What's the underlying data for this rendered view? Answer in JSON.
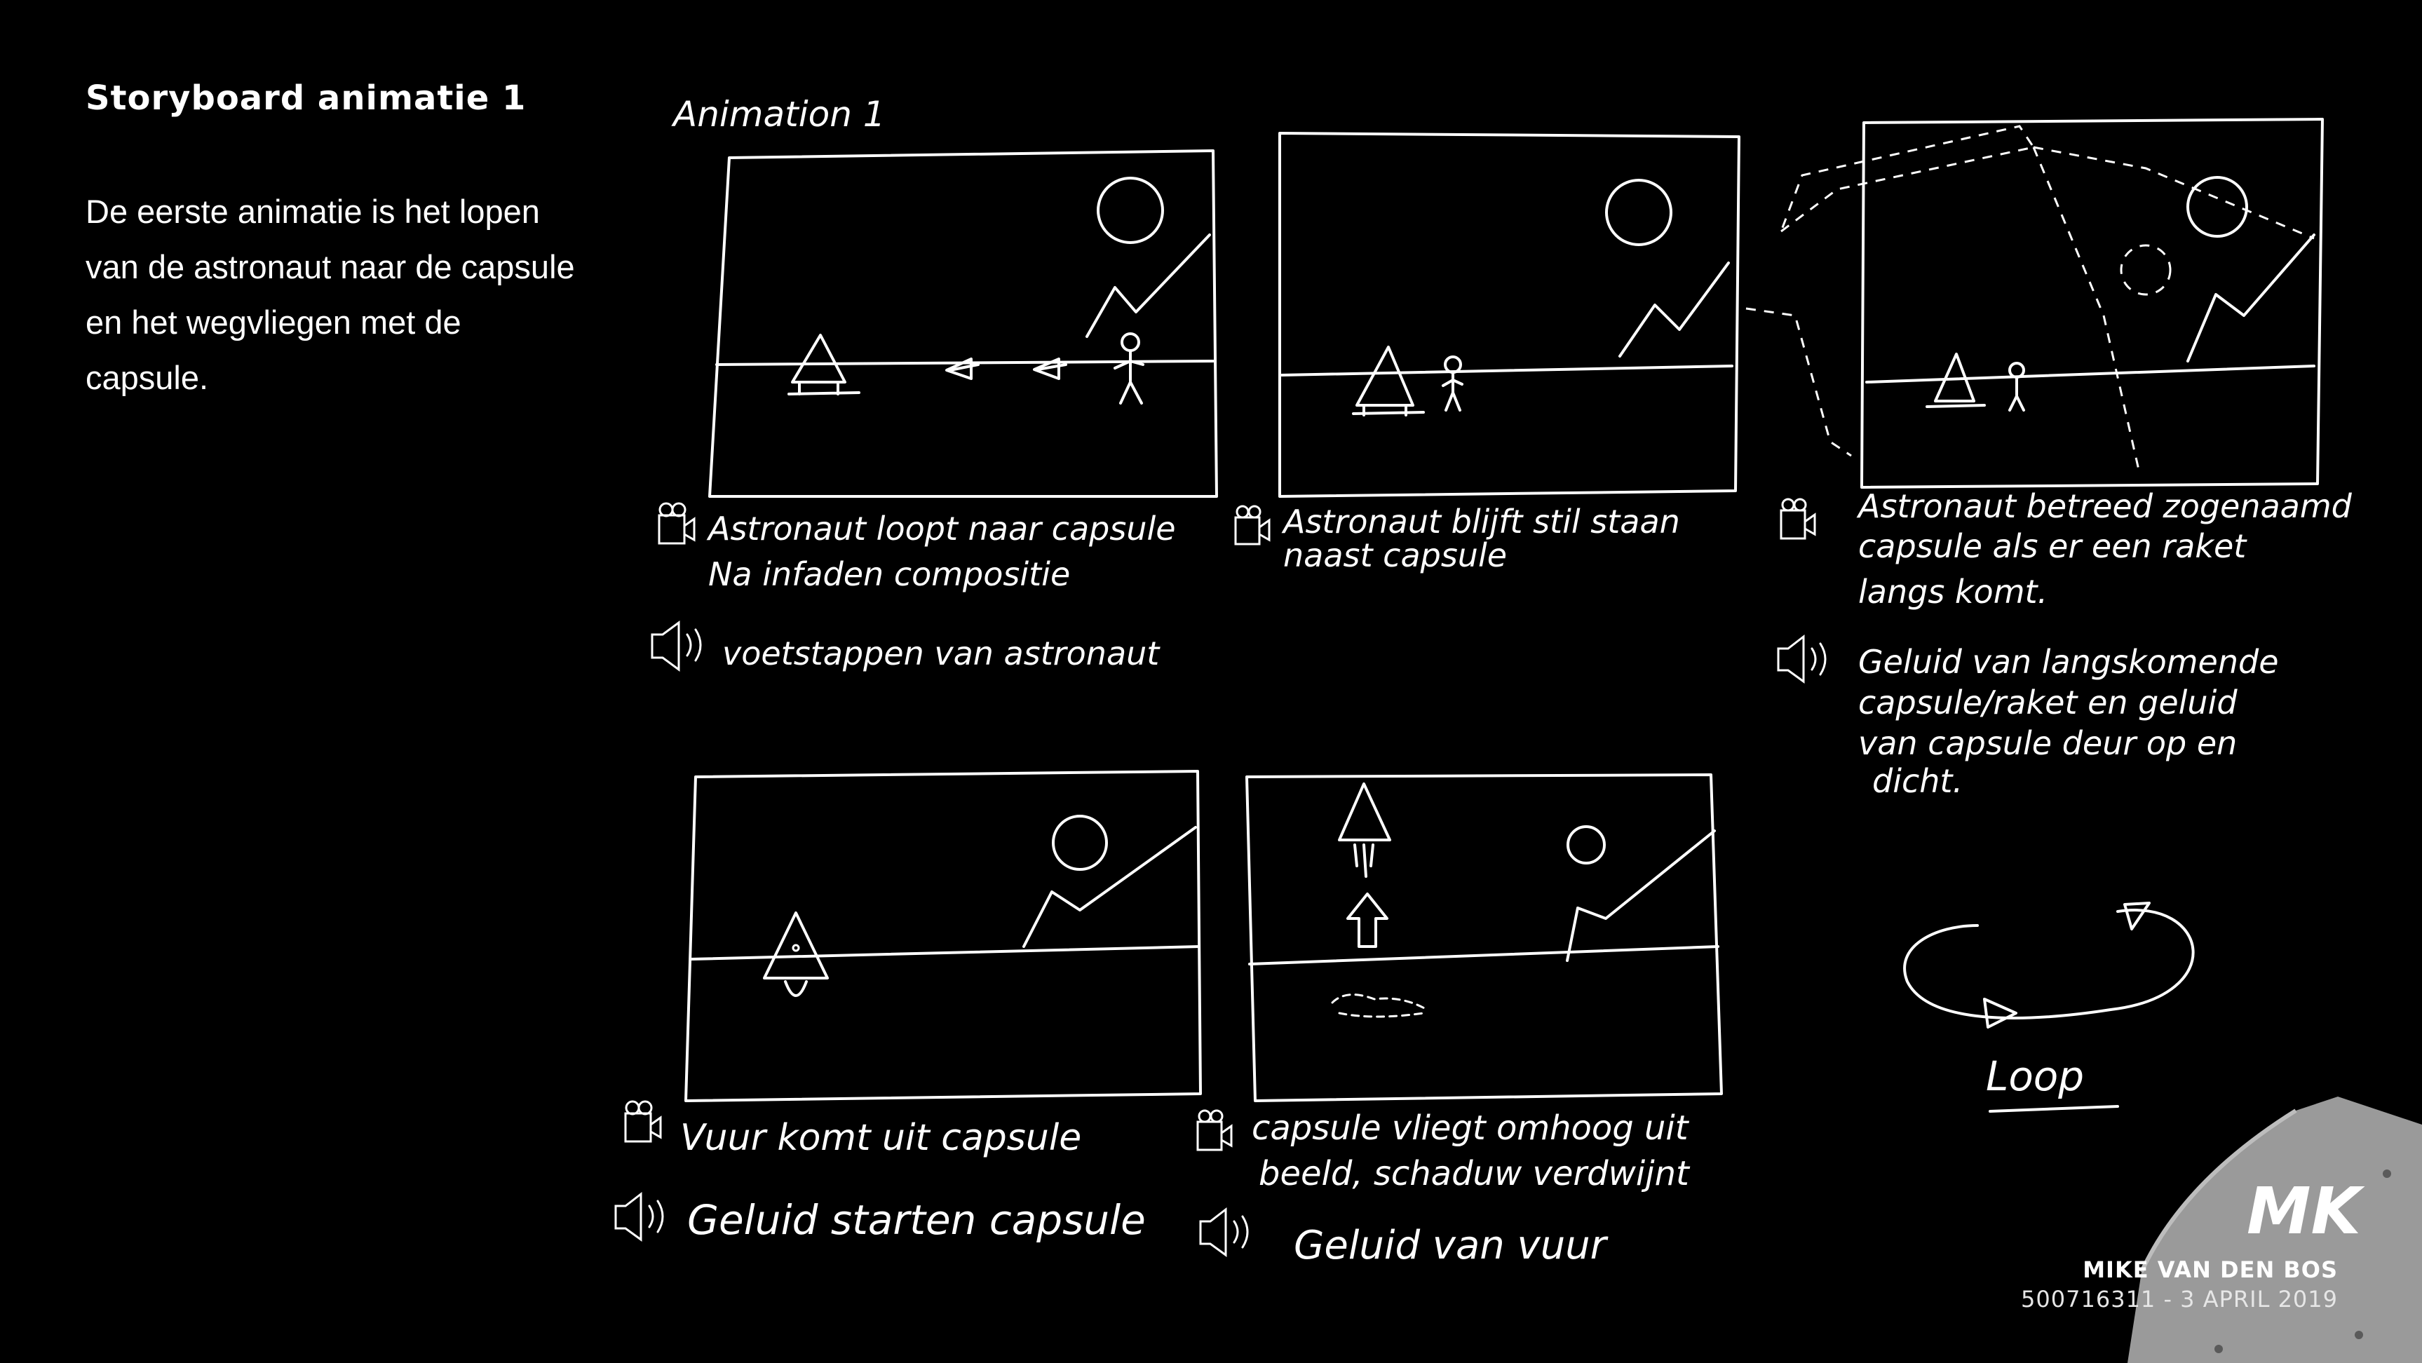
{
  "slide": {
    "title": "Storyboard animatie 1",
    "intro": "De eerste animatie is het lopen van de astronaut naar de capsule en het wegvliegen met de capsule."
  },
  "sketch": {
    "heading": "Animation 1",
    "panels": [
      {
        "scene_lines": [
          "Astronaut loopt naar capsule",
          "Na infaden compositie"
        ],
        "audio": "voetstappen van astronaut"
      },
      {
        "scene_lines": [
          "Astronaut blijft stil staan",
          "naast capsule"
        ],
        "audio": ""
      },
      {
        "scene_lines": [
          "Astronaut betreed zogenaamd",
          "capsule als er een raket",
          "langs komt."
        ],
        "audio_lines": [
          "Geluid van langskomende",
          "capsule/raket en geluid",
          "van capsule deur op en",
          "dicht."
        ]
      },
      {
        "scene_lines": [
          "Vuur komt uit capsule"
        ],
        "audio": "Geluid starten capsule"
      },
      {
        "scene_lines": [
          "capsule vliegt omhoog uit",
          "beeld, schaduw verdwijnt"
        ],
        "audio": "Geluid van vuur"
      }
    ],
    "loop_label": "Loop"
  },
  "footer": {
    "logo_text": "MK",
    "name": "MIKE VAN DEN BOS",
    "id_date": "500716311 - 3 APRIL 2019"
  },
  "colors": {
    "background": "#000000",
    "ink": "#ffffff",
    "capsule": "#9a9a9a"
  }
}
